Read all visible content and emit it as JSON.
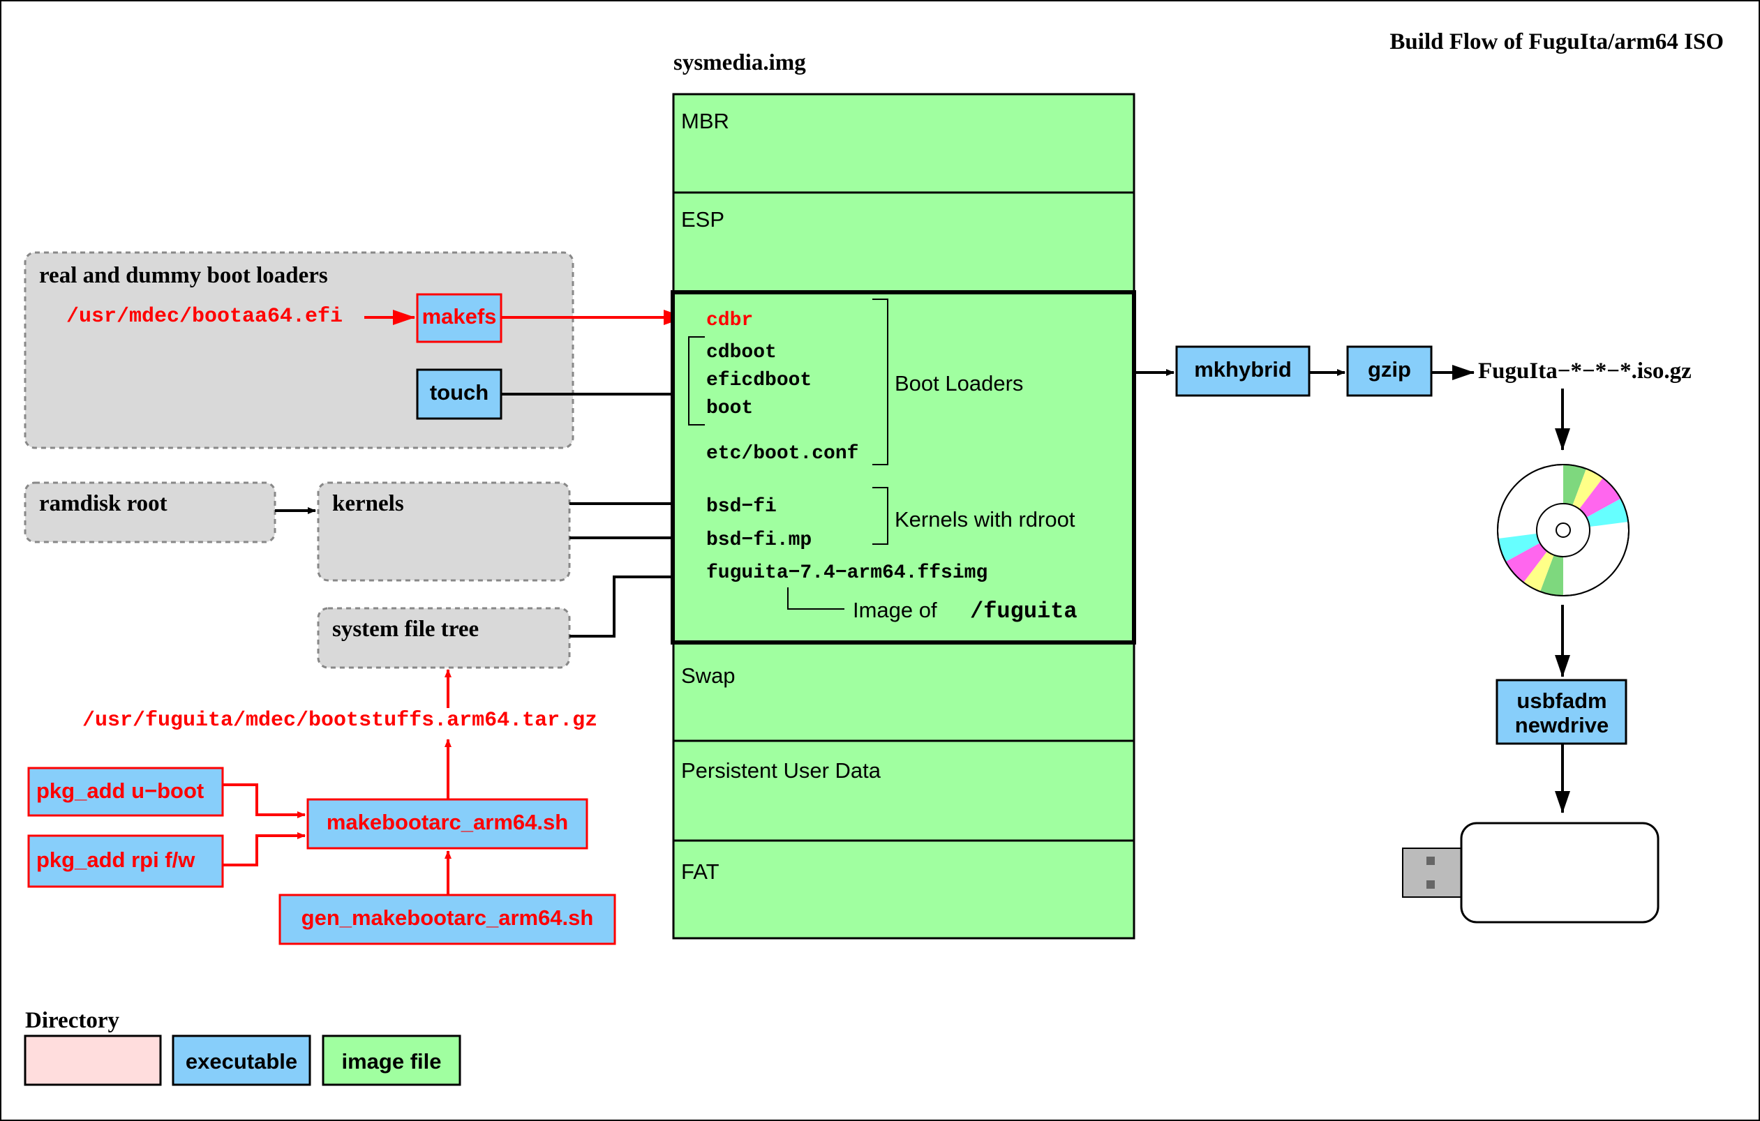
{
  "title": "Build Flow of FuguIta/arm64 ISO",
  "colors": {
    "executable": "#87cefa",
    "image_file": "#a0ffa0",
    "directory_group": "#d9d9d9",
    "directory_legend": "#ffdddd",
    "red": "#ff0000",
    "black": "#000000"
  },
  "groups": {
    "boot_loaders": "real and dummy boot loaders",
    "ramdisk_root": "ramdisk root",
    "kernels": "kernels",
    "system_file_tree": "system file tree"
  },
  "paths": {
    "bootaa64": "/usr/mdec/bootaa64.efi",
    "bootstuffs": "/usr/fuguita/mdec/bootstuffs.arm64.tar.gz"
  },
  "executables": {
    "makefs": "makefs",
    "touch": "touch",
    "pkg_uboot": "pkg_add u−boot",
    "pkg_rpi": "pkg_add rpi f/w",
    "makebootarc": "makebootarc_arm64.sh",
    "gen_makebootarc": "gen_makebootarc_arm64.sh",
    "mkhybrid": "mkhybrid",
    "gzip": "gzip",
    "usbfadm_line1": "usbfadm",
    "usbfadm_line2": "newdrive"
  },
  "image": {
    "title": "sysmedia.img",
    "partitions": {
      "mbr": "MBR",
      "esp": "ESP",
      "swap": "Swap",
      "persistent": "Persistent User Data",
      "fat": "FAT"
    },
    "files": {
      "cdbr": "cdbr",
      "cdboot": "cdboot",
      "eficdboot": "eficdboot",
      "boot": "boot",
      "boot_conf": "etc/boot.conf",
      "bsd_fi": "bsd−fi",
      "bsd_fi_mp": "bsd−fi.mp",
      "ffsimg": "fuguita−7.4−arm64.ffsimg"
    },
    "annotations": {
      "boot_loaders": "Boot Loaders",
      "kernels_with_rdroot": "Kernels with rdroot",
      "image_of": "Image of",
      "fuguita_dir": "/fuguita"
    }
  },
  "output": "FuguIta−*−*−*.iso.gz",
  "legend": {
    "title": "Directory",
    "executable": "executable",
    "image_file": "image file"
  }
}
